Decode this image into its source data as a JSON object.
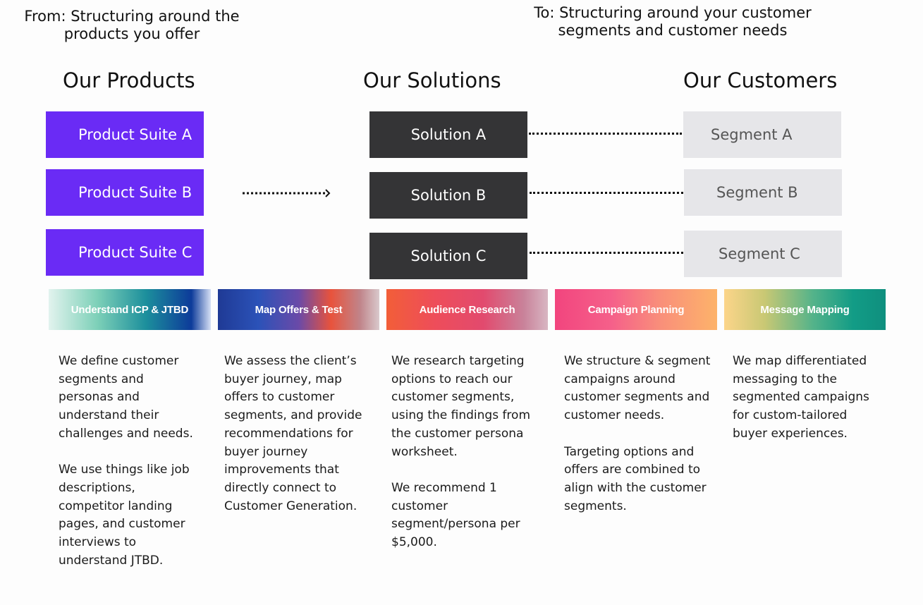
{
  "headings": {
    "from": "From: Structuring around the products you offer",
    "to": "To: Structuring around your customer segments and customer needs"
  },
  "columns": {
    "products": "Our Products",
    "solutions": "Our Solutions",
    "customers": "Our Customers"
  },
  "products": [
    "Product Suite A",
    "Product Suite B",
    "Product Suite C"
  ],
  "solutions": [
    "Solution A",
    "Solution B",
    "Solution C"
  ],
  "segments": [
    "Segment A",
    "Segment B",
    "Segment C"
  ],
  "colors": {
    "product_box": "#6a2bf5",
    "solution_box": "#343436",
    "segment_box": "#e6e6e9"
  },
  "steps": [
    {
      "title": "Understand ICP & JTBD",
      "paragraphs": [
        "We define customer segments and personas and understand their challenges and needs.",
        "We use things like job descriptions, competitor landing pages, and customer interviews to understand JTBD."
      ]
    },
    {
      "title": "Map Offers & Test",
      "paragraphs": [
        "We assess the client’s buyer journey, map offers to customer segments, and provide recommendations for buyer journey improvements that directly connect to Customer Generation."
      ]
    },
    {
      "title": "Audience Research",
      "paragraphs": [
        "We research targeting options to reach our customer segments, using the findings from the customer persona worksheet.",
        "We recommend 1 customer segment/persona per $5,000."
      ]
    },
    {
      "title": "Campaign Planning",
      "paragraphs": [
        "We structure & segment campaigns around customer segments and customer needs.",
        "Targeting options and offers are combined to align with the customer segments."
      ]
    },
    {
      "title": "Message Mapping",
      "paragraphs": [
        "We map differentiated messaging to the segmented campaigns for custom-tailored buyer experiences."
      ]
    }
  ]
}
